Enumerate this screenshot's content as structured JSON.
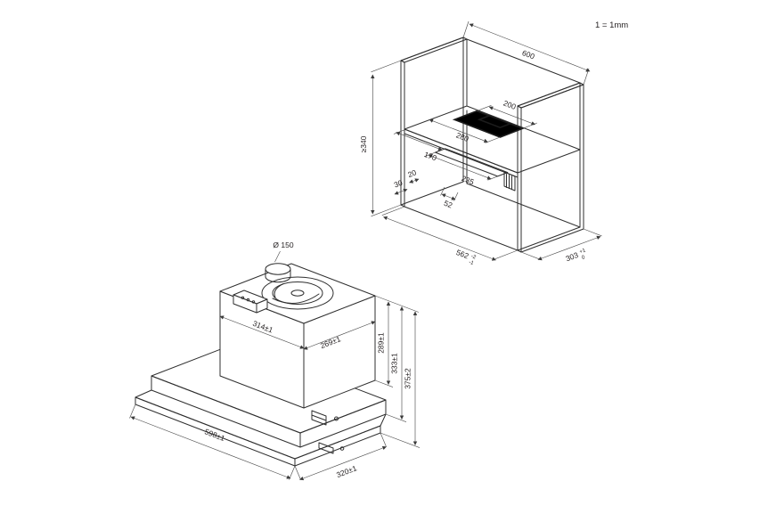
{
  "meta": {
    "scale_note": "1 = 1mm"
  },
  "cabinet": {
    "dim_top_width": "600",
    "dim_cutout_width": "200",
    "dim_cutout_offset": "280",
    "dim_rail_offset": "170",
    "dim_rail_length": "235",
    "dim_bracket_offset": "52",
    "dim_front_inset_small": "20",
    "dim_front_inset_large": "30",
    "dim_min_height": "≥340",
    "dim_niche_width": {
      "value": "562",
      "tol_top": "-2",
      "tol_bottom": "-1"
    },
    "dim_side_depth": {
      "value": "303",
      "tol_top": "+1",
      "tol_bottom": "0"
    }
  },
  "hood": {
    "dim_duct_diameter": "Ø 150",
    "dim_body_width": "314±1",
    "dim_body_depth": "269±1",
    "dim_height_body": "289±1",
    "dim_height_mid": "333±1",
    "dim_height_total": "375±2",
    "dim_base_width": "598±1",
    "dim_base_depth": "320±1"
  }
}
